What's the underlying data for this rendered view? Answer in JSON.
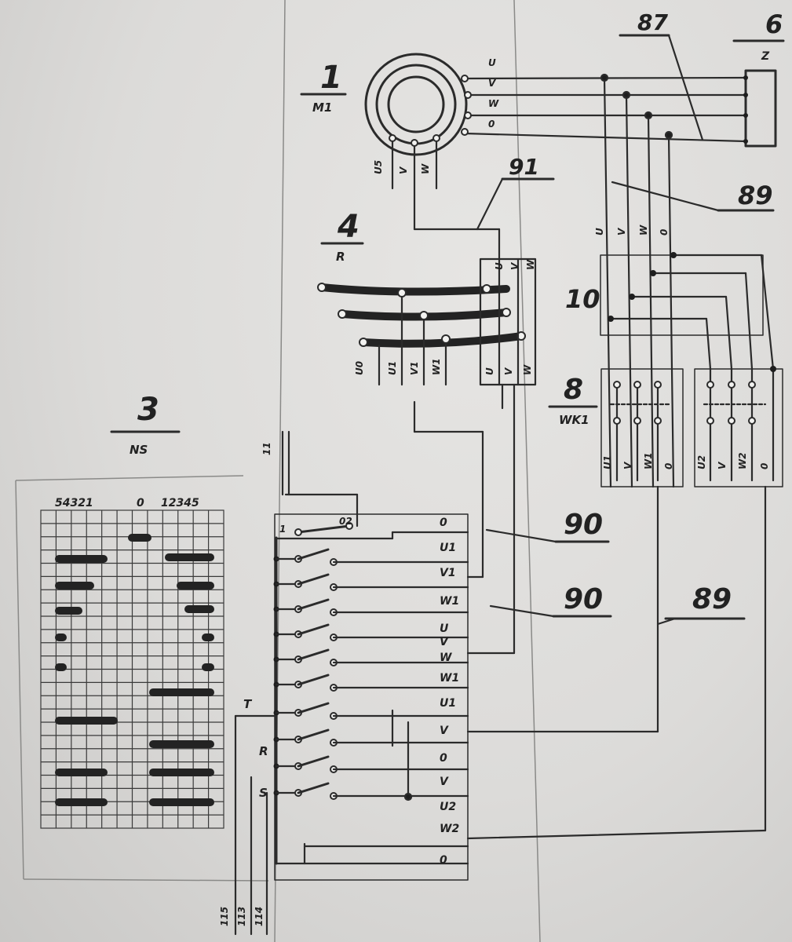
{
  "refs": {
    "motor": {
      "num": "1",
      "code": "M1",
      "terms_right": [
        "U",
        "V",
        "W",
        "0"
      ],
      "terms_bottom": [
        "U5",
        "V",
        "W"
      ]
    },
    "resistor": {
      "num": "4",
      "code": "R",
      "terms_top": [
        "U",
        "V",
        "W"
      ],
      "terms_bottom": [
        "U0",
        "U1",
        "V1",
        "W1",
        "U",
        "V",
        "W"
      ]
    },
    "switch_block": {
      "num": "3",
      "code": "NS",
      "header_left": "54321",
      "header_zero": "0",
      "header_right": "12345"
    },
    "connector": {
      "num": "6",
      "code": "Z"
    },
    "contactor": {
      "num": "8",
      "code": "WK1",
      "terms": [
        "U1",
        "V",
        "W1",
        "0",
        "U2",
        "V",
        "W2",
        "0"
      ]
    },
    "block10": "10"
  },
  "leaders": [
    "87",
    "89",
    "90",
    "91",
    "90",
    "89"
  ],
  "bus_vertical": [
    "U",
    "V",
    "W",
    "0"
  ],
  "ns_labels": [
    "0",
    "U1",
    "V1",
    "W1",
    "U",
    "V",
    "W",
    "W1",
    "U1",
    "V",
    "0",
    "V",
    "U2",
    "W2",
    "0"
  ],
  "ns_top": [
    "1",
    "02"
  ],
  "phase_labels": [
    "T",
    "R",
    "S"
  ],
  "cable_numbers": [
    "115",
    "113",
    "114"
  ],
  "wire_label": "11"
}
